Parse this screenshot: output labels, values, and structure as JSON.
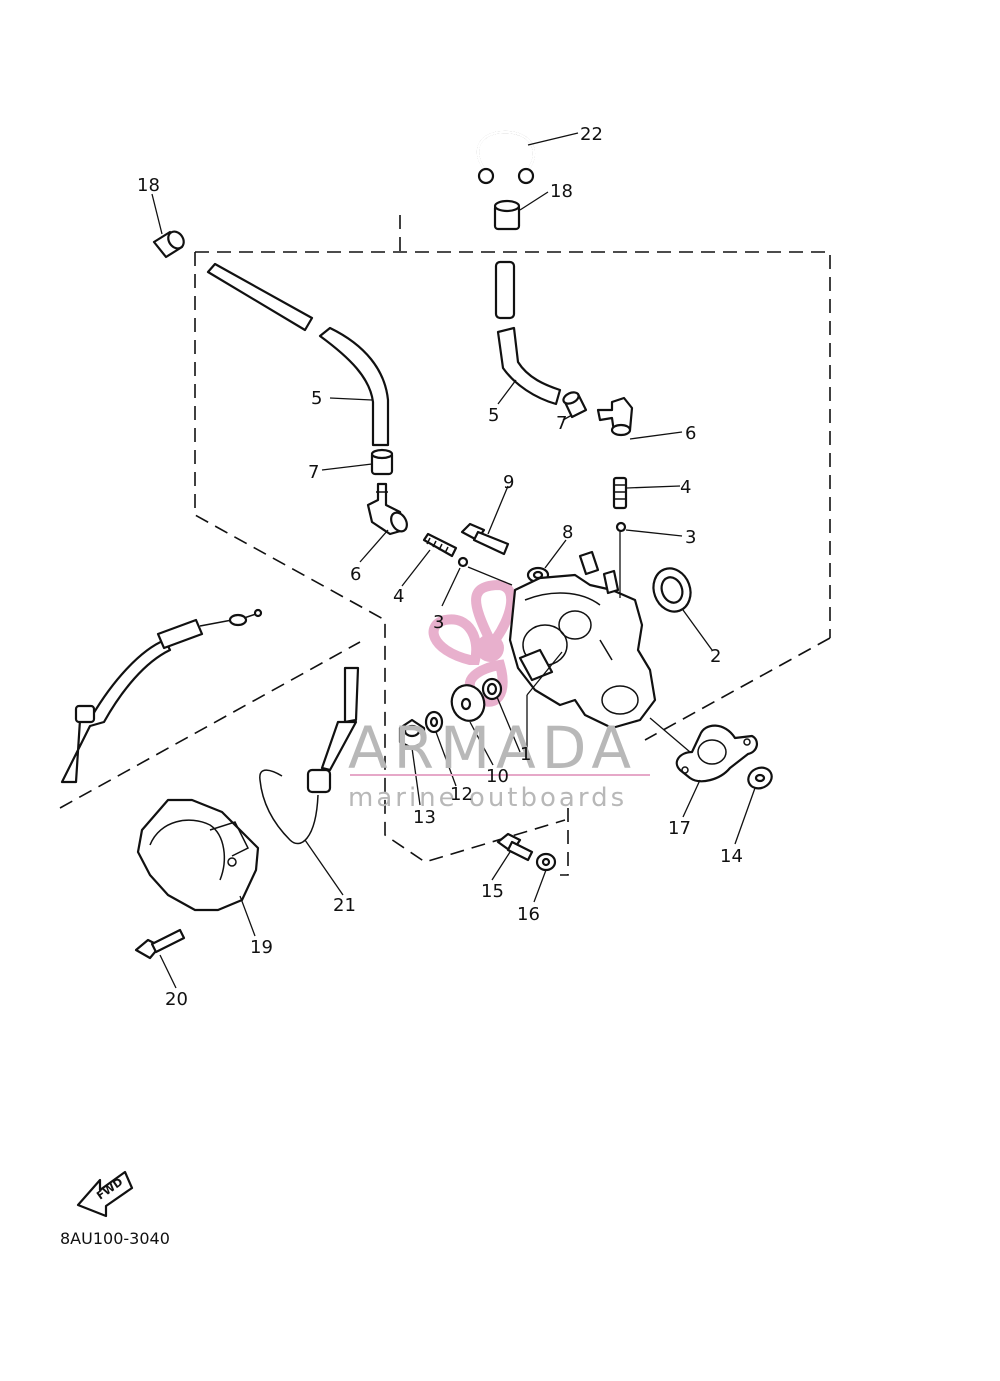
{
  "diagram": {
    "code": "8AU100-3040",
    "fwd_label": "FWD",
    "watermark": {
      "brand": "ARMADA",
      "tagline": "marine outboards",
      "logo_color": "#e6a8c8"
    },
    "callouts": {
      "c22": "22",
      "c18a": "18",
      "c18b": "18",
      "c5a": "5",
      "c5b": "5",
      "c7a": "7",
      "c7b": "7",
      "c6a": "6",
      "c6b": "6",
      "c9": "9",
      "c4a": "4",
      "c4b": "4",
      "c8": "8",
      "c3a": "3",
      "c3b": "3",
      "c2": "2",
      "c1": "1",
      "c10": "10",
      "c12": "12",
      "c13": "13",
      "c17": "17",
      "c14": "14",
      "c15": "15",
      "c16": "16",
      "c21": "21",
      "c19": "19",
      "c20": "20"
    }
  }
}
